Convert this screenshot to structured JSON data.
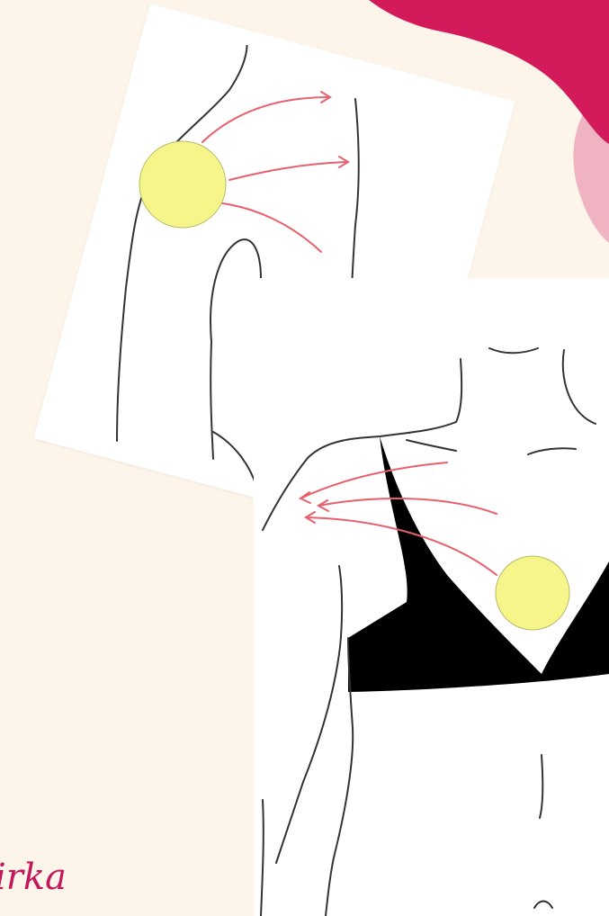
{
  "colors": {
    "background": "#fdf5e9",
    "accent_magenta": "#d31b5c",
    "accent_pink_light": "#efb3c1",
    "arrow_red": "#e8606c",
    "circle_yellow": "#f6f58a",
    "bra_black": "#000000",
    "line_gray": "#333333"
  },
  "illustrations": {
    "arm": {
      "icon": "arm-lymph-drainage-illustration",
      "arrow_count": 3
    },
    "chest": {
      "icon": "chest-lymph-drainage-illustration",
      "arrow_count": 3
    }
  },
  "signature": {
    "text": "irka"
  }
}
